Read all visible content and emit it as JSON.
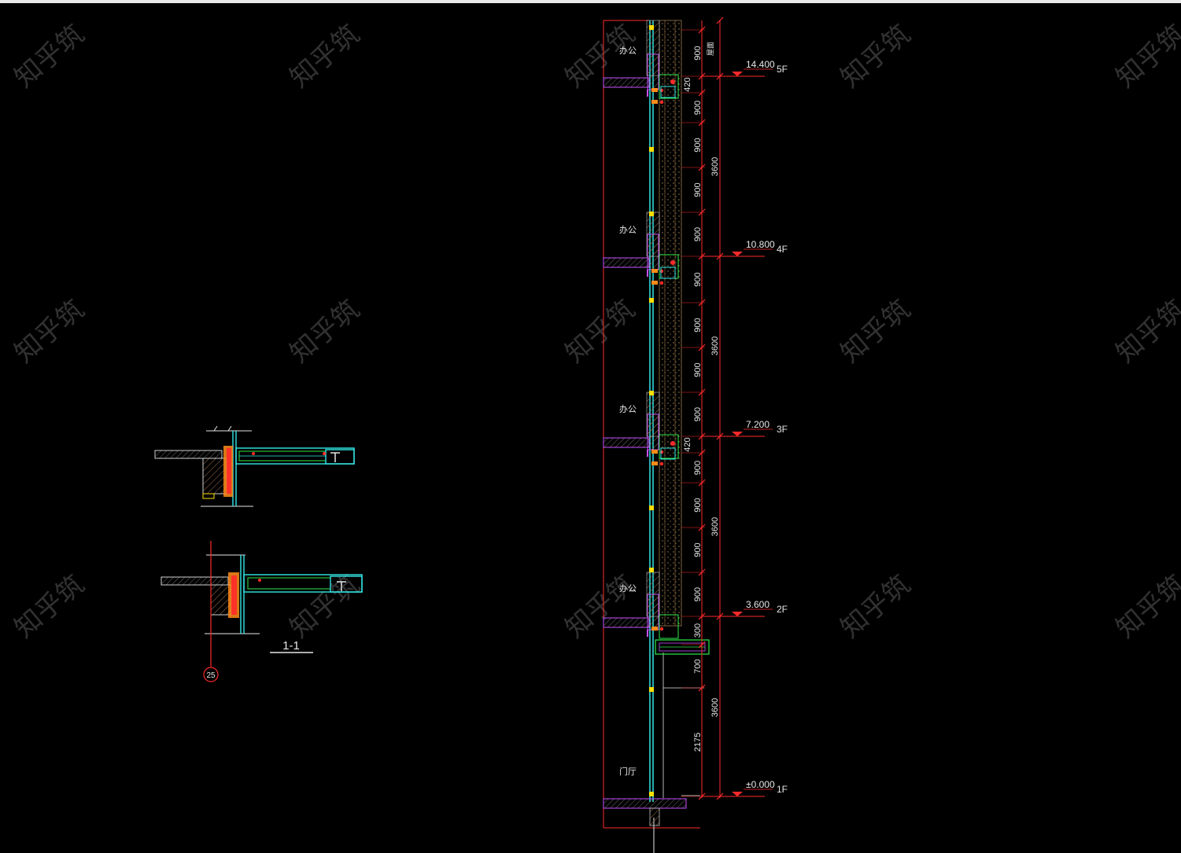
{
  "section_label": "1-1",
  "axis_label": "25",
  "levels": [
    {
      "elevation": "14.400",
      "floor": "5F"
    },
    {
      "elevation": "10.800",
      "floor": "4F"
    },
    {
      "elevation": "7.200",
      "floor": "3F"
    },
    {
      "elevation": "3.600",
      "floor": "2F"
    },
    {
      "elevation": "±0.000",
      "floor": "1F"
    }
  ],
  "room_labels": [
    "办公",
    "办公",
    "办公",
    "办公",
    "门厅"
  ],
  "roof_note": "屋面",
  "dims_inner": [
    "900",
    "420",
    "900",
    "900",
    "900",
    "900",
    "900",
    "900",
    "900",
    "900",
    "420",
    "900",
    "900",
    "900",
    "900",
    "300",
    "700",
    "2175"
  ],
  "dims_outer": [
    "3600",
    "3600",
    "3600",
    "3600"
  ],
  "watermark": "知乎筑",
  "colors": {
    "background": "#000000",
    "red": "#ff2a2a",
    "magenta": "#c850ff",
    "cyan": "#33e6e6",
    "yellow": "#ffe000",
    "green": "#2ee84a",
    "white": "#e6e6e6",
    "brown": "#8a6040",
    "orange": "#ff8c1a"
  }
}
